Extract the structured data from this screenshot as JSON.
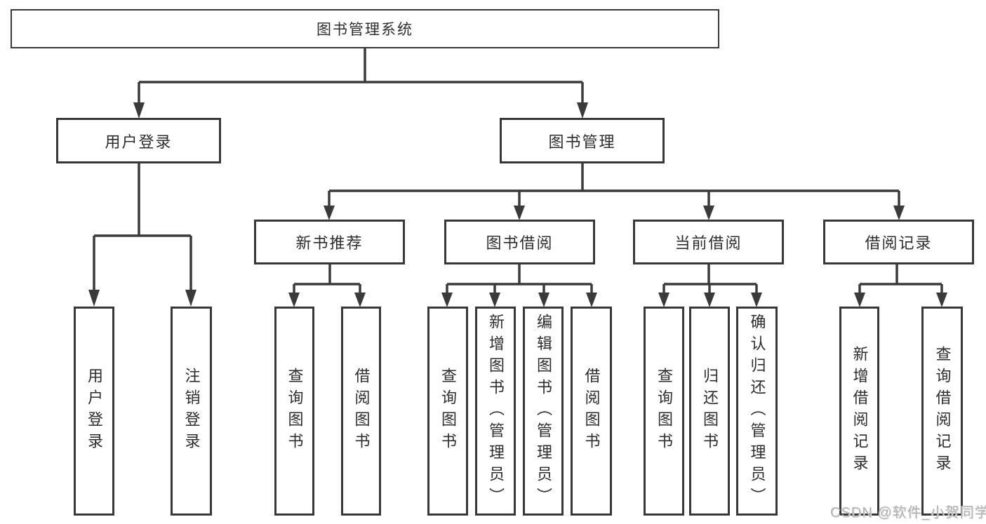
{
  "tree": {
    "label": "图书管理系统",
    "children": [
      {
        "label": "用户登录",
        "children": [
          {
            "label": "用户登录"
          },
          {
            "label": "注销登录"
          }
        ]
      },
      {
        "label": "图书管理",
        "children": [
          {
            "label": "新书推荐",
            "children": [
              {
                "label": "查询图书"
              },
              {
                "label": "借阅图书"
              }
            ]
          },
          {
            "label": "图书借阅",
            "children": [
              {
                "label": "查询图书"
              },
              {
                "label": "新增图书（管理员）"
              },
              {
                "label": "编辑图书（管理员）"
              },
              {
                "label": "借阅图书"
              }
            ]
          },
          {
            "label": "当前借阅",
            "children": [
              {
                "label": "查询图书"
              },
              {
                "label": "归还图书"
              },
              {
                "label": "确认归还（管理员）"
              }
            ]
          },
          {
            "label": "借阅记录",
            "children": [
              {
                "label": "新增借阅记录"
              },
              {
                "label": "查询借阅记录"
              }
            ]
          }
        ]
      }
    ]
  },
  "watermark": {
    "text": "CSDN @软件_小贺同学"
  },
  "colors": {
    "line": "#3a3a3a",
    "box_border": "#383838",
    "text": "#2d2d2d",
    "watermark": "#b5b5b5",
    "background": "#ffffff"
  }
}
